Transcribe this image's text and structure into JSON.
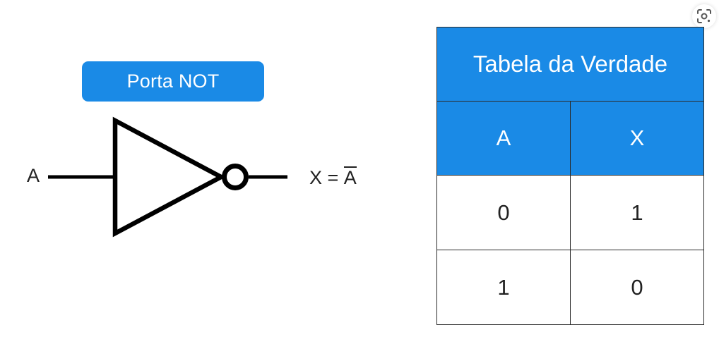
{
  "gate": {
    "title": "Porta NOT",
    "input_label": "A",
    "output_prefix": "X = ",
    "output_negated": "A"
  },
  "truth_table": {
    "title": "Tabela da Verdade",
    "columns": [
      "A",
      "X"
    ],
    "rows": [
      [
        "0",
        "1"
      ],
      [
        "1",
        "0"
      ]
    ]
  },
  "colors": {
    "accent": "#1a8ae6",
    "stroke": "#000000",
    "text": "#222222"
  },
  "icons": {
    "top_right": "lens-search-icon"
  }
}
